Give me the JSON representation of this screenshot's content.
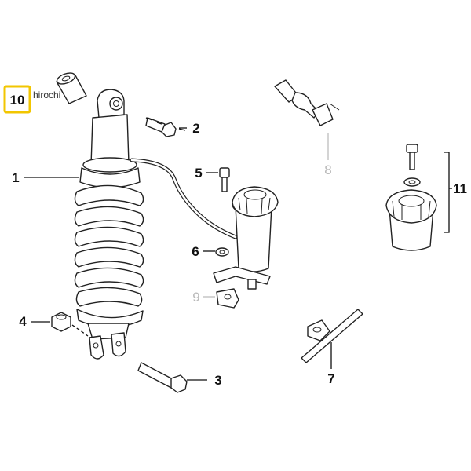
{
  "diagram": {
    "callouts": [
      {
        "id": "1",
        "label": "1",
        "dim": false
      },
      {
        "id": "2",
        "label": "2",
        "dim": false
      },
      {
        "id": "3",
        "label": "3",
        "dim": false
      },
      {
        "id": "4",
        "label": "4",
        "dim": false
      },
      {
        "id": "5",
        "label": "5",
        "dim": false
      },
      {
        "id": "6",
        "label": "6",
        "dim": false
      },
      {
        "id": "7",
        "label": "7",
        "dim": false
      },
      {
        "id": "8",
        "label": "8",
        "dim": true
      },
      {
        "id": "9",
        "label": "9",
        "dim": true
      },
      {
        "id": "10",
        "label": "10",
        "dim": false,
        "highlighted": true
      },
      {
        "id": "11",
        "label": "11",
        "dim": false
      }
    ],
    "highlight_color": "#f2c600",
    "watermark": "hirochi"
  }
}
